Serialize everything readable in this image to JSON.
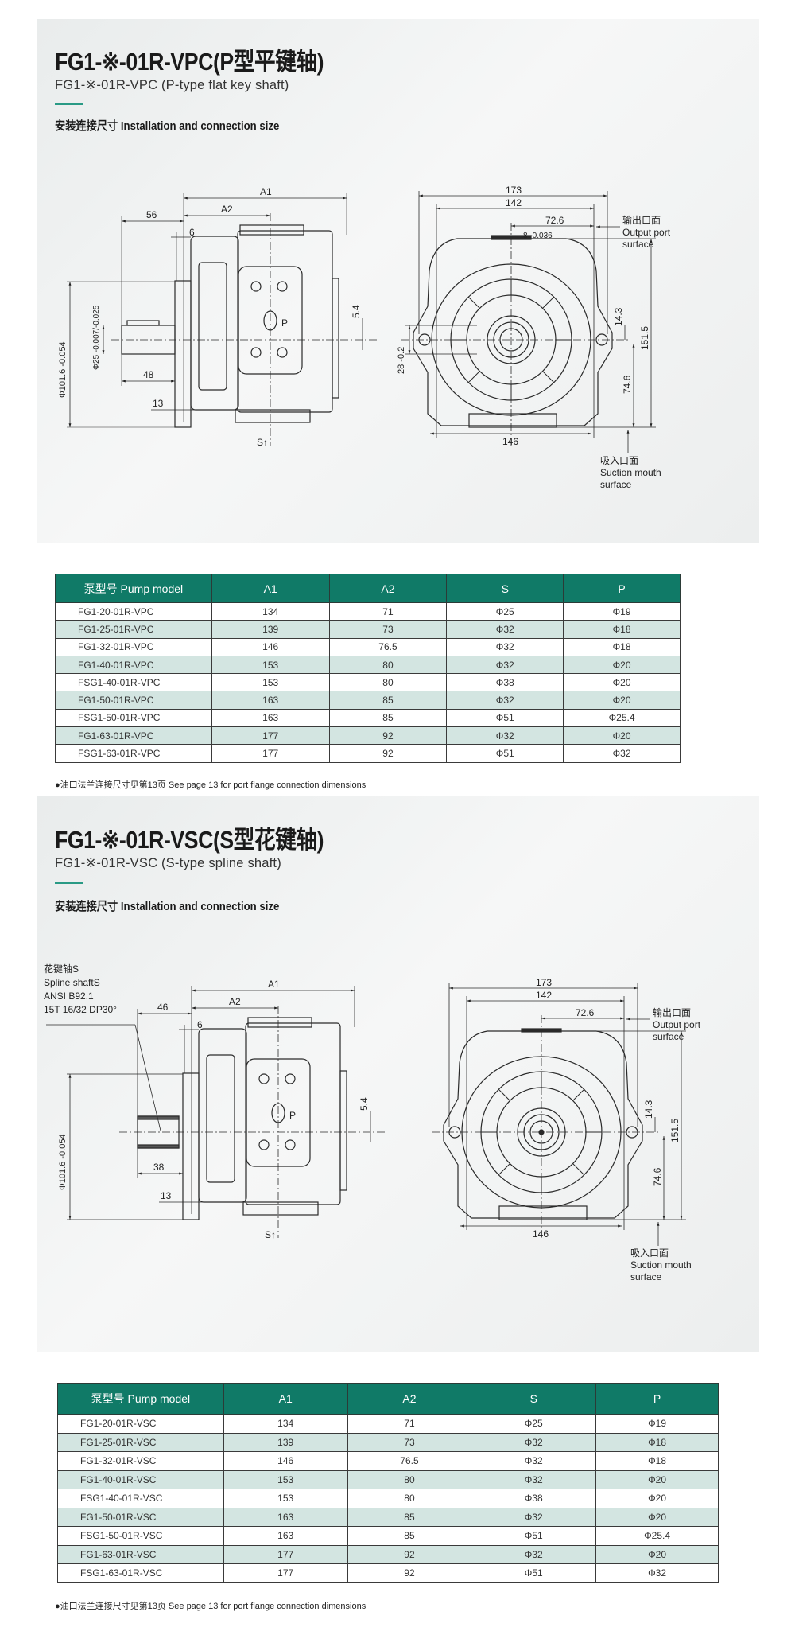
{
  "section1": {
    "title": "FG1-※-01R-VPC(P型平键轴)",
    "subtitle": "FG1-※-01R-VPC (P-type flat key shaft)",
    "heading": "安装连接尺寸 Installation and connection size",
    "side_view": {
      "A1": "A1",
      "A2": "A2",
      "d56": "56",
      "d6": "6",
      "d48": "48",
      "d13": "13",
      "d101": "Φ101.6 -0.054",
      "d25": "Φ25 -0.007/-0.025",
      "d54": "5.4",
      "P": "P",
      "S": "S↑"
    },
    "front_view": {
      "d173": "173",
      "d142": "142",
      "d726": "72.6",
      "d8": "8 -0.036",
      "d28": "28 -0.2",
      "d143": "14.3",
      "d1515": "151.5",
      "d746": "74.6",
      "d146": "146",
      "output_cn": "输出口面",
      "output_en1": "Output port",
      "output_en2": "surface",
      "suction_cn": "吸入口面",
      "suction_en1": "Suction mouth",
      "suction_en2": "surface"
    },
    "table": {
      "headers": [
        "泵型号 Pump model",
        "A1",
        "A2",
        "S",
        "P"
      ],
      "rows": [
        [
          "FG1-20-01R-VPC",
          "134",
          "71",
          "Φ25",
          "Φ19"
        ],
        [
          "FG1-25-01R-VPC",
          "139",
          "73",
          "Φ32",
          "Φ18"
        ],
        [
          "FG1-32-01R-VPC",
          "146",
          "76.5",
          "Φ32",
          "Φ18"
        ],
        [
          "FG1-40-01R-VPC",
          "153",
          "80",
          "Φ32",
          "Φ20"
        ],
        [
          "FSG1-40-01R-VPC",
          "153",
          "80",
          "Φ38",
          "Φ20"
        ],
        [
          "FG1-50-01R-VPC",
          "163",
          "85",
          "Φ32",
          "Φ20"
        ],
        [
          "FSG1-50-01R-VPC",
          "163",
          "85",
          "Φ51",
          "Φ25.4"
        ],
        [
          "FG1-63-01R-VPC",
          "177",
          "92",
          "Φ32",
          "Φ20"
        ],
        [
          "FSG1-63-01R-VPC",
          "177",
          "92",
          "Φ51",
          "Φ32"
        ]
      ]
    },
    "note": "●油口法兰连接尺寸见第13页 See page 13 for port flange connection dimensions"
  },
  "section2": {
    "title": "FG1-※-01R-VSC(S型花键轴)",
    "subtitle": "FG1-※-01R-VSC (S-type spline shaft)",
    "heading": "安装连接尺寸 Installation and connection size",
    "spline_label": [
      "花键轴S",
      "Spline shaftS",
      "ANSI B92.1",
      "15T 16/32 DP30°"
    ],
    "side_view": {
      "A1": "A1",
      "A2": "A2",
      "d46": "46",
      "d6": "6",
      "d38": "38",
      "d13": "13",
      "d101": "Φ101.6 -0.054",
      "d54": "5.4",
      "P": "P",
      "S": "S↑"
    },
    "front_view": {
      "d173": "173",
      "d142": "142",
      "d726": "72.6",
      "d143": "14.3",
      "d1515": "151.5",
      "d746": "74.6",
      "d146": "146",
      "output_cn": "输出口面",
      "output_en1": "Output port",
      "output_en2": "surface",
      "suction_cn": "吸入口面",
      "suction_en1": "Suction mouth",
      "suction_en2": "surface"
    },
    "table": {
      "headers": [
        "泵型号 Pump model",
        "A1",
        "A2",
        "S",
        "P"
      ],
      "rows": [
        [
          "FG1-20-01R-VSC",
          "134",
          "71",
          "Φ25",
          "Φ19"
        ],
        [
          "FG1-25-01R-VSC",
          "139",
          "73",
          "Φ32",
          "Φ18"
        ],
        [
          "FG1-32-01R-VSC",
          "146",
          "76.5",
          "Φ32",
          "Φ18"
        ],
        [
          "FG1-40-01R-VSC",
          "153",
          "80",
          "Φ32",
          "Φ20"
        ],
        [
          "FSG1-40-01R-VSC",
          "153",
          "80",
          "Φ38",
          "Φ20"
        ],
        [
          "FG1-50-01R-VSC",
          "163",
          "85",
          "Φ32",
          "Φ20"
        ],
        [
          "FSG1-50-01R-VSC",
          "163",
          "85",
          "Φ51",
          "Φ25.4"
        ],
        [
          "FG1-63-01R-VSC",
          "177",
          "92",
          "Φ32",
          "Φ20"
        ],
        [
          "FSG1-63-01R-VSC",
          "177",
          "92",
          "Φ51",
          "Φ32"
        ]
      ]
    },
    "note": "●油口法兰连接尺寸见第13页 See page 13 for port flange connection dimensions"
  },
  "colors": {
    "teal": "#107a67",
    "row_alt": "#d3e5e1"
  }
}
